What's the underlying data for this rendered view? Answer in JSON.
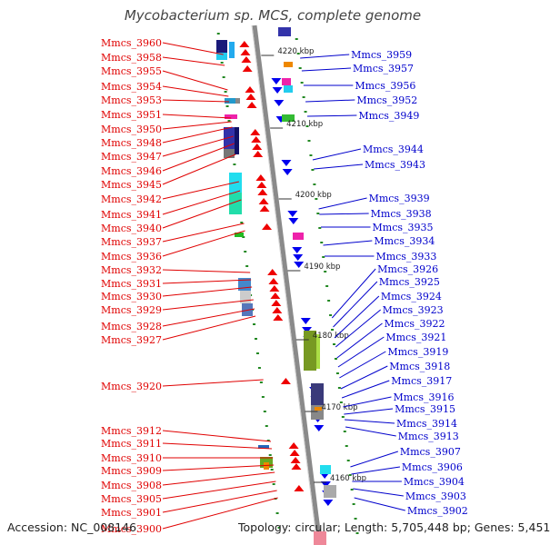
{
  "title": "Mycobacterium sp. MCS, complete genome",
  "footer": {
    "accession": "Accession: NC_008146",
    "summary": "Topology: circular; Length: 5,705,448 bp; Genes: 5,451"
  },
  "colors": {
    "left_label": "#e00000",
    "right_label": "#0000cc",
    "backbone": "#8a8a8a",
    "tick": "#228822"
  },
  "scale_marks": [
    "4220 kbp",
    "4210 kbp",
    "4200 kbp",
    "4190 kbp",
    "4180 kbp",
    "4170 kbp",
    "4160 kbp"
  ],
  "left_genes": [
    "Mmcs_3960",
    "Mmcs_3958",
    "Mmcs_3955",
    "Mmcs_3954",
    "Mmcs_3953",
    "Mmcs_3951",
    "Mmcs_3950",
    "Mmcs_3948",
    "Mmcs_3947",
    "Mmcs_3946",
    "Mmcs_3945",
    "Mmcs_3942",
    "Mmcs_3941",
    "Mmcs_3940",
    "Mmcs_3937",
    "Mmcs_3936",
    "Mmcs_3932",
    "Mmcs_3931",
    "Mmcs_3930",
    "Mmcs_3929",
    "Mmcs_3928",
    "Mmcs_3927",
    "Mmcs_3920",
    "Mmcs_3912",
    "Mmcs_3911",
    "Mmcs_3910",
    "Mmcs_3909",
    "Mmcs_3908",
    "Mmcs_3905",
    "Mmcs_3901",
    "Mmcs_3900"
  ],
  "right_genes": [
    "Mmcs_3959",
    "Mmcs_3957",
    "Mmcs_3956",
    "Mmcs_3952",
    "Mmcs_3949",
    "Mmcs_3944",
    "Mmcs_3943",
    "Mmcs_3939",
    "Mmcs_3938",
    "Mmcs_3935",
    "Mmcs_3934",
    "Mmcs_3933",
    "Mmcs_3926",
    "Mmcs_3925",
    "Mmcs_3924",
    "Mmcs_3923",
    "Mmcs_3922",
    "Mmcs_3921",
    "Mmcs_3919",
    "Mmcs_3918",
    "Mmcs_3917",
    "Mmcs_3916",
    "Mmcs_3915",
    "Mmcs_3914",
    "Mmcs_3913",
    "Mmcs_3907",
    "Mmcs_3906",
    "Mmcs_3904",
    "Mmcs_3903",
    "Mmcs_3902"
  ]
}
